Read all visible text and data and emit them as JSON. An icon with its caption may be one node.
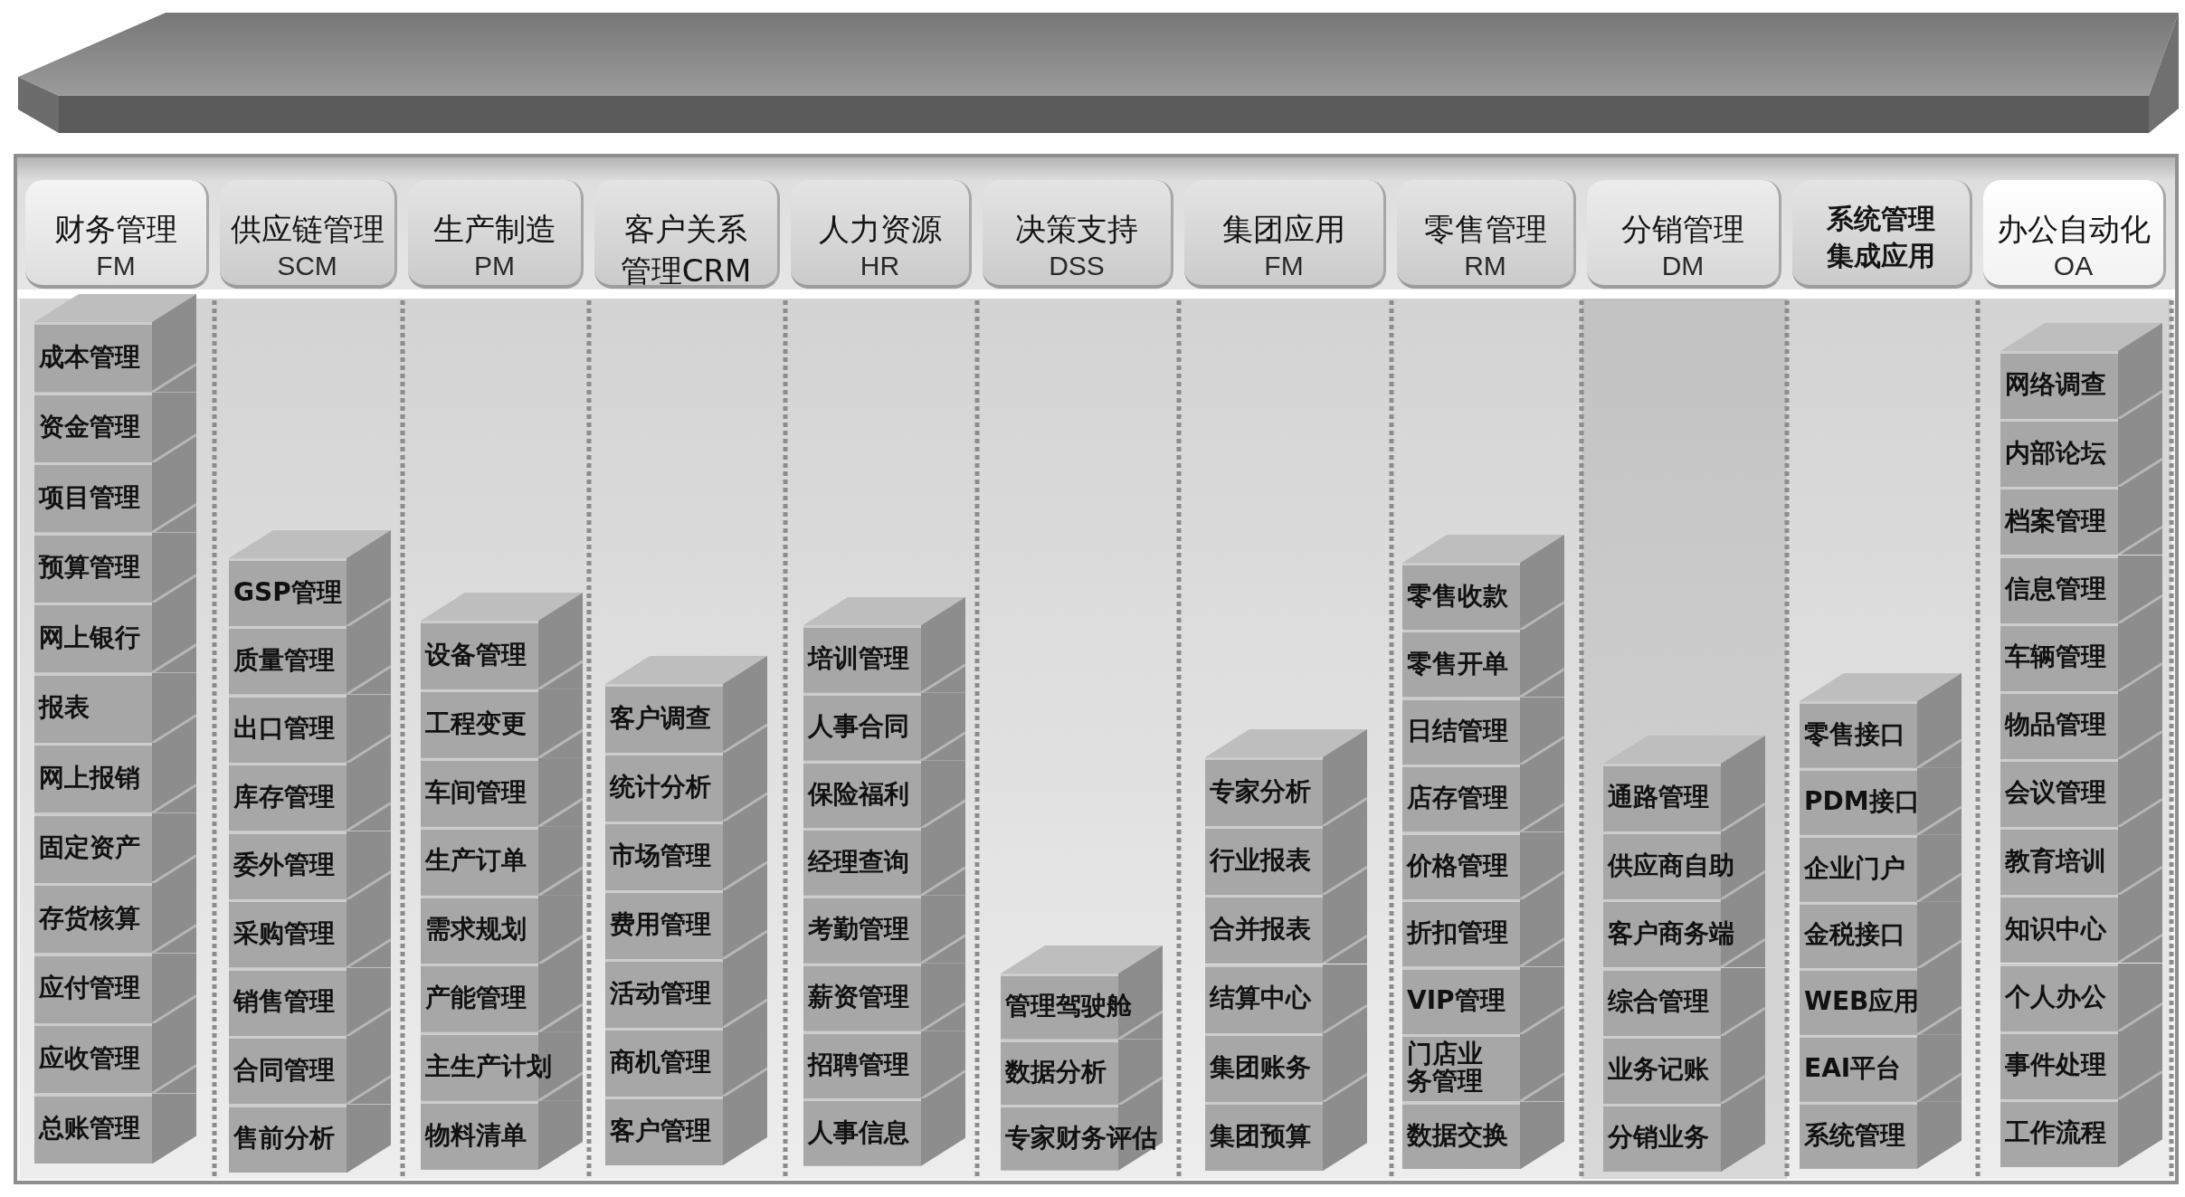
{
  "diagram": {
    "nodes": [
      {
        "text": [
          "财务管理",
          "FM"
        ]
      },
      {
        "text": [
          "成本管理"
        ],
        "in": 0
      },
      {
        "text": [
          "资金管理"
        ],
        "in": 0
      },
      {
        "text": [
          "项目管理"
        ],
        "in": 0
      },
      {
        "text": [
          "预算管理"
        ],
        "in": 0
      },
      {
        "text": [
          "网上银行"
        ],
        "in": 0
      },
      {
        "text": [
          "报表"
        ],
        "in": 0
      },
      {
        "text": [
          "网上报销"
        ],
        "in": 0
      },
      {
        "text": [
          "固定资产"
        ],
        "in": 0
      },
      {
        "text": [
          "存货核算"
        ],
        "in": 0
      },
      {
        "text": [
          "应付管理"
        ],
        "in": 0
      },
      {
        "text": [
          "应收管理"
        ],
        "in": 0
      },
      {
        "text": [
          "总账管理"
        ],
        "in": 0
      },
      {
        "text": [
          "供应链管理",
          "SCM"
        ]
      },
      {
        "text": [
          "GSP管理"
        ],
        "in": 13
      },
      {
        "text": [
          "质量管理"
        ],
        "in": 13
      },
      {
        "text": [
          "出口管理"
        ],
        "in": 13
      },
      {
        "text": [
          "库存管理"
        ],
        "in": 13
      },
      {
        "text": [
          "委外管理"
        ],
        "in": 13
      },
      {
        "text": [
          "采购管理"
        ],
        "in": 13
      },
      {
        "text": [
          "销售管理"
        ],
        "in": 13
      },
      {
        "text": [
          "合同管理"
        ],
        "in": 13
      },
      {
        "text": [
          "售前分析"
        ],
        "in": 13
      },
      {
        "text": [
          "生产制造",
          "PM"
        ]
      },
      {
        "text": [
          "设备管理"
        ],
        "in": 23
      },
      {
        "text": [
          "工程变更"
        ],
        "in": 23
      },
      {
        "text": [
          "车间管理"
        ],
        "in": 23
      },
      {
        "text": [
          "生产订单"
        ],
        "in": 23
      },
      {
        "text": [
          "需求规划"
        ],
        "in": 23
      },
      {
        "text": [
          "产能管理"
        ],
        "in": 23
      },
      {
        "text": [
          "主生产计划"
        ],
        "in": 23
      },
      {
        "text": [
          "物料清单"
        ],
        "in": 23
      },
      {
        "text": [
          "客户关系管理CRM"
        ]
      },
      {
        "text": [
          "客户调查"
        ],
        "in": 32
      },
      {
        "text": [
          "统计分析"
        ],
        "in": 32
      },
      {
        "text": [
          "市场管理"
        ],
        "in": 32
      },
      {
        "text": [
          "费用管理"
        ],
        "in": 32
      },
      {
        "text": [
          "活动管理"
        ],
        "in": 32
      },
      {
        "text": [
          "商机管理"
        ],
        "in": 32
      },
      {
        "text": [
          "客户管理"
        ],
        "in": 32
      },
      {
        "text": [
          "人力资源",
          "HR"
        ]
      },
      {
        "text": [
          "培训管理"
        ],
        "in": 40
      },
      {
        "text": [
          "人事合同"
        ],
        "in": 40
      },
      {
        "text": [
          "保险福利"
        ],
        "in": 40
      },
      {
        "text": [
          "经理查询"
        ],
        "in": 40
      },
      {
        "text": [
          "考勤管理"
        ],
        "in": 40
      },
      {
        "text": [
          "薪资管理"
        ],
        "in": 40
      },
      {
        "text": [
          "招聘管理"
        ],
        "in": 40
      },
      {
        "text": [
          "人事信息"
        ],
        "in": 40
      },
      {
        "text": [
          "决策支持",
          "DSS"
        ]
      },
      {
        "text": [
          "管理驾驶舱"
        ],
        "in": 49
      },
      {
        "text": [
          "数据分析"
        ],
        "in": 49
      },
      {
        "text": [
          "专家财务评估"
        ],
        "in": 49
      },
      {
        "text": [
          "集团应用",
          "FM"
        ]
      },
      {
        "text": [
          "专家分析"
        ],
        "in": 53
      },
      {
        "text": [
          "行业报表"
        ],
        "in": 53
      },
      {
        "text": [
          "合并报表"
        ],
        "in": 53
      },
      {
        "text": [
          "结算中心"
        ],
        "in": 53
      },
      {
        "text": [
          "集团账务"
        ],
        "in": 53
      },
      {
        "text": [
          "集团预算"
        ],
        "in": 53
      },
      {
        "text": [
          "零售管理",
          "RM"
        ]
      },
      {
        "text": [
          "零售收款"
        ],
        "in": 60
      },
      {
        "text": [
          "零售开单"
        ],
        "in": 60
      },
      {
        "text": [
          "日结管理"
        ],
        "in": 60
      },
      {
        "text": [
          "店存管理"
        ],
        "in": 60
      },
      {
        "text": [
          "价格管理"
        ],
        "in": 60
      },
      {
        "text": [
          "折扣管理"
        ],
        "in": 60
      },
      {
        "text": [
          "VIP管理"
        ],
        "in": 60
      },
      {
        "text": [
          "门店业务管理"
        ],
        "in": 60
      },
      {
        "text": [
          "数据交换"
        ],
        "in": 60
      },
      {
        "text": [
          "分销管理",
          "DM"
        ]
      },
      {
        "text": [
          "通路管理"
        ],
        "in": 70
      },
      {
        "text": [
          "供应商自助"
        ],
        "in": 70
      },
      {
        "text": [
          "客户商务端"
        ],
        "in": 70
      },
      {
        "text": [
          "综合管理"
        ],
        "in": 70
      },
      {
        "text": [
          "业务记账"
        ],
        "in": 70
      },
      {
        "text": [
          "分销业务"
        ],
        "in": 70
      },
      {
        "text": [
          "系统管理集成应用"
        ]
      },
      {
        "text": [
          "零售接口"
        ],
        "in": 77
      },
      {
        "text": [
          "PDM接口"
        ],
        "in": 77
      },
      {
        "text": [
          "企业门户"
        ],
        "in": 77
      },
      {
        "text": [
          "金税接口"
        ],
        "in": 77
      },
      {
        "text": [
          "WEB应用"
        ],
        "in": 77
      },
      {
        "text": [
          "EAI平台"
        ],
        "in": 77
      },
      {
        "text": [
          "系统管理"
        ],
        "in": 77
      },
      {
        "text": [
          "办公自动化",
          "OA"
        ]
      },
      {
        "text": [
          "网络调查"
        ],
        "in": 85
      },
      {
        "text": [
          "内部论坛"
        ],
        "in": 85
      },
      {
        "text": [
          "档案管理"
        ],
        "in": 85
      },
      {
        "text": [
          "信息管理"
        ],
        "in": 85
      },
      {
        "text": [
          "车辆管理"
        ],
        "in": 85
      },
      {
        "text": [
          "物品管理"
        ],
        "in": 85
      },
      {
        "text": [
          "会议管理"
        ],
        "in": 85
      },
      {
        "text": [
          "教育培训"
        ],
        "in": 85
      },
      {
        "text": [
          "知识中心"
        ],
        "in": 85
      },
      {
        "text": [
          "个人办公"
        ],
        "in": 85
      },
      {
        "text": [
          "事件处理"
        ],
        "in": 85
      },
      {
        "text": [
          "工作流程"
        ],
        "in": 85
      }
    ]
  }
}
